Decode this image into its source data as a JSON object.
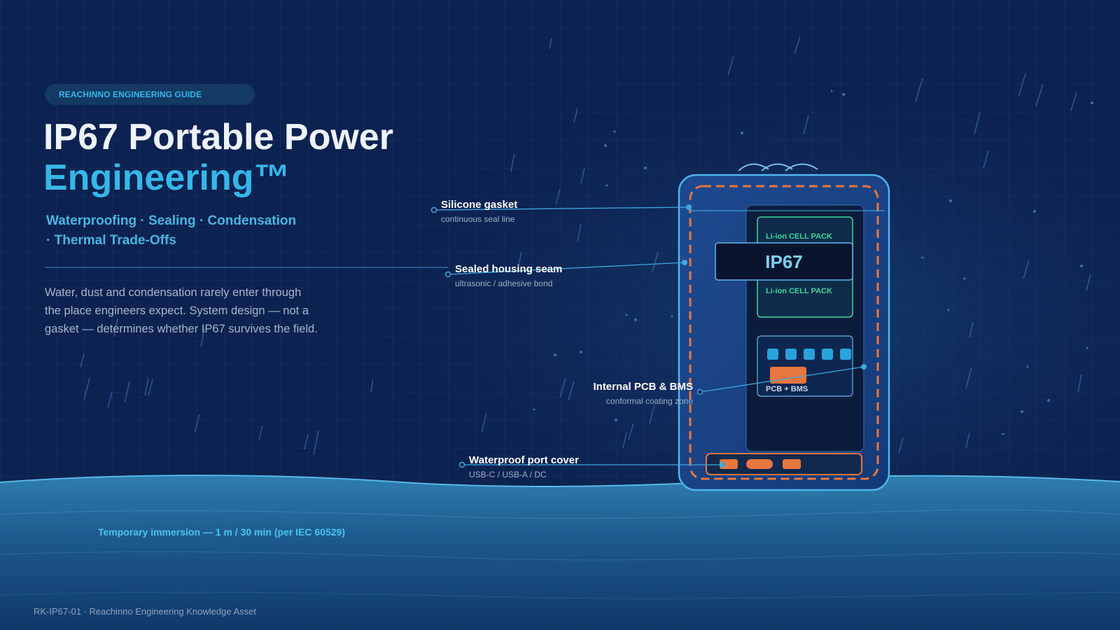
{
  "badge": "REACHINNO ENGINEERING GUIDE",
  "title": {
    "line1": "IP67 Portable Power",
    "line2": "Engineering™"
  },
  "subtitle": {
    "line1": "Waterproofing · Sealing · Condensation",
    "line2": "· Thermal Trade-Offs"
  },
  "description": {
    "line1": "Water, dust and condensation rarely enter through",
    "line2": "the place engineers expect. System design — not a",
    "line3": "gasket — determines whether IP67 survives the field."
  },
  "callouts": [
    {
      "title": "Silicone gasket",
      "sub": "continuous seal line"
    },
    {
      "title": "Sealed housing seam",
      "sub": "ultrasonic / adhesive bond"
    },
    {
      "title": "Internal PCB & BMS",
      "sub": "conformal coating zone"
    },
    {
      "title": "Waterproof port cover",
      "sub": "USB-C / USB-A / DC"
    }
  ],
  "device": {
    "ip_label": "IP67",
    "cell_label_top": "Li-ion CELL PACK",
    "cell_label_bottom": "Li-ion CELL PACK",
    "pcb_label": "PCB + BMS"
  },
  "immersion": "Temporary immersion — 1 m / 30 min (per IEC 60529)",
  "footer": "RK-IP67-01 · Reachinno Engineering Knowledge Asset",
  "colors": {
    "background": "#0c2250",
    "accent": "#36b7e8",
    "gasket": "#e8773f",
    "cell": "#3fd49a",
    "water": "#2a7fb0"
  }
}
